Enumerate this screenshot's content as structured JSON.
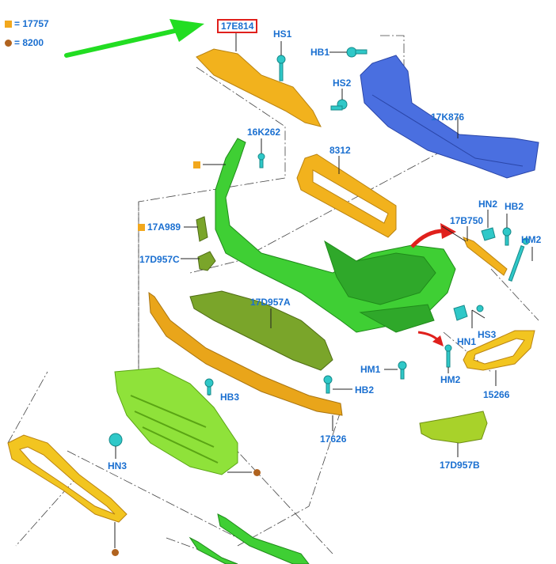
{
  "legend": [
    {
      "marker": "square",
      "color": "#f2a81d",
      "text": "= 17757"
    },
    {
      "marker": "circle",
      "color": "#b0631f",
      "text": "= 8200"
    }
  ],
  "highlight_color": "#e0201c",
  "labels": {
    "p17E814": "17E814",
    "HS1": "HS1",
    "HB1": "HB1",
    "HS2": "HS2",
    "p17K876": "17K876",
    "p16K262": "16K262",
    "p8312": "8312",
    "p17A989": "17A989",
    "p17D957C": "17D957C",
    "p17B750": "17B750",
    "HN2": "HN2",
    "HB2_top": "HB2",
    "HM2_top": "HM2",
    "p17D957A": "17D957A",
    "HS3": "HS3",
    "HN1": "HN1",
    "HM1": "HM1",
    "HB2": "HB2",
    "HM2": "HM2",
    "p15266": "15266",
    "HB3": "HB3",
    "p17626": "17626",
    "HN3": "HN3",
    "p17D957B": "17D957B"
  },
  "colors": {
    "label_blue": "#1a6fd0",
    "bumper_green": "#3fcf34",
    "grille_green": "#8fe23a",
    "reinforcement_blue": "#4a6fe0",
    "amber_part": "#f2b21d",
    "olive_part": "#7aa52a",
    "fastener_cyan": "#2fc8c8",
    "arrow_green": "#22dd22",
    "arrow_red": "#e0201c"
  }
}
